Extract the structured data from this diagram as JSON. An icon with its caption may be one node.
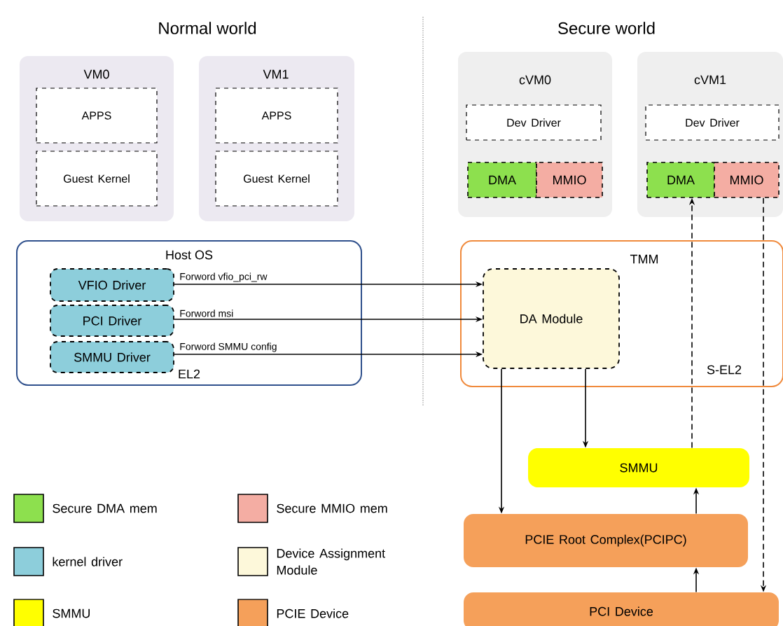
{
  "diagram": {
    "nodes": [
      {
        "text": [
          "VM0"
        ]
      },
      {
        "text": [
          "APPS"
        ],
        "in": 0
      },
      {
        "text": [
          "Guest Kernel"
        ],
        "in": 0
      },
      {
        "text": [
          "VM1"
        ]
      },
      {
        "text": [
          "APPS"
        ],
        "in": 3
      },
      {
        "text": [
          "Guest Kernel"
        ],
        "in": 3
      },
      {
        "text": [
          "cVM0"
        ]
      },
      {
        "text": [
          "Dev Driver"
        ],
        "in": 6
      },
      {
        "text": [
          "DMA"
        ],
        "in": 6
      },
      {
        "text": [
          "MMIO"
        ],
        "in": 6
      },
      {
        "text": [
          "cVM1"
        ]
      },
      {
        "text": [
          "Dev Driver"
        ],
        "in": 10
      },
      {
        "text": [
          "DMA"
        ],
        "in": 10
      },
      {
        "text": [
          "MMIO"
        ],
        "in": 10
      },
      {
        "text": [
          "Host OS",
          "EL2"
        ]
      },
      {
        "text": [
          "VFIO Driver"
        ],
        "in": 14
      },
      {
        "text": [
          "PCI Driver"
        ],
        "in": 14
      },
      {
        "text": [
          "SMMU Driver"
        ],
        "in": 14
      },
      {
        "text": [
          "TMM",
          "S-EL2"
        ]
      },
      {
        "text": [
          "DA Module"
        ],
        "in": 18
      },
      {
        "text": [
          "SMMU"
        ]
      },
      {
        "text": [
          "PCIE Root Complex(PCIPC)"
        ]
      },
      {
        "text": [
          "PCI Device"
        ]
      }
    ],
    "edges": [
      {
        "from": 15,
        "to": 19,
        "arrow": "to",
        "label": "Forword vfio_pci_rw"
      },
      {
        "from": 16,
        "to": 19,
        "arrow": "to",
        "label": "Forword msi"
      },
      {
        "from": 17,
        "to": 19,
        "arrow": "to",
        "label": "Forword SMMU config"
      },
      {
        "from": 19,
        "to": 21,
        "arrow": "to"
      },
      {
        "from": 19,
        "to": 20,
        "arrow": "to"
      },
      {
        "from": 21,
        "to": 20,
        "arrow": "to"
      },
      {
        "from": 22,
        "to": 21,
        "arrow": "to"
      },
      {
        "from": 20,
        "to": 12,
        "arrow": "to",
        "style": "dashed"
      },
      {
        "from": 13,
        "to": 22,
        "arrow": "to",
        "style": "dashed"
      }
    ],
    "labels": [
      "Normal world",
      "Secure world"
    ],
    "legend": [
      {
        "text": "Secure DMA mem",
        "color": "#8de04e"
      },
      {
        "text": "Secure MMIO mem",
        "color": "#f4ada3"
      },
      {
        "text": "kernel driver",
        "color": "#8dcedb"
      },
      {
        "text": "Device Assignment Module",
        "color": "#fdf8da"
      },
      {
        "text": "SMMU",
        "color": "#ffff00"
      },
      {
        "text": "PCIE Device",
        "color": "#f5a05a"
      }
    ]
  }
}
